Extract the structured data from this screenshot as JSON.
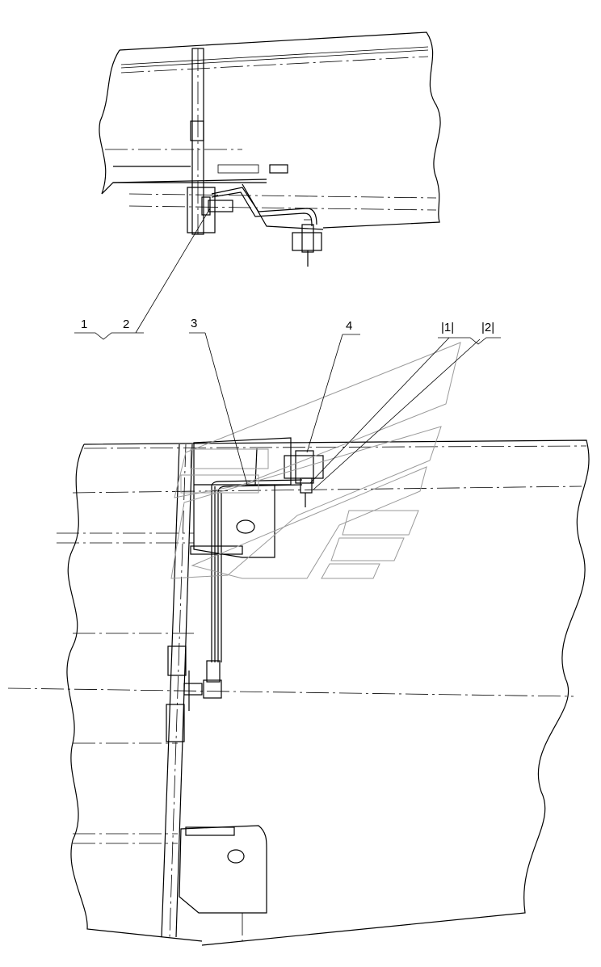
{
  "callouts": {
    "c1": "1",
    "c2": "2",
    "c3": "3",
    "c4": "4",
    "c5": "|1|",
    "c6": "|2|"
  },
  "colors": {
    "line": "#000000",
    "watermark": "#9a9a9a",
    "background": "#ffffff"
  }
}
